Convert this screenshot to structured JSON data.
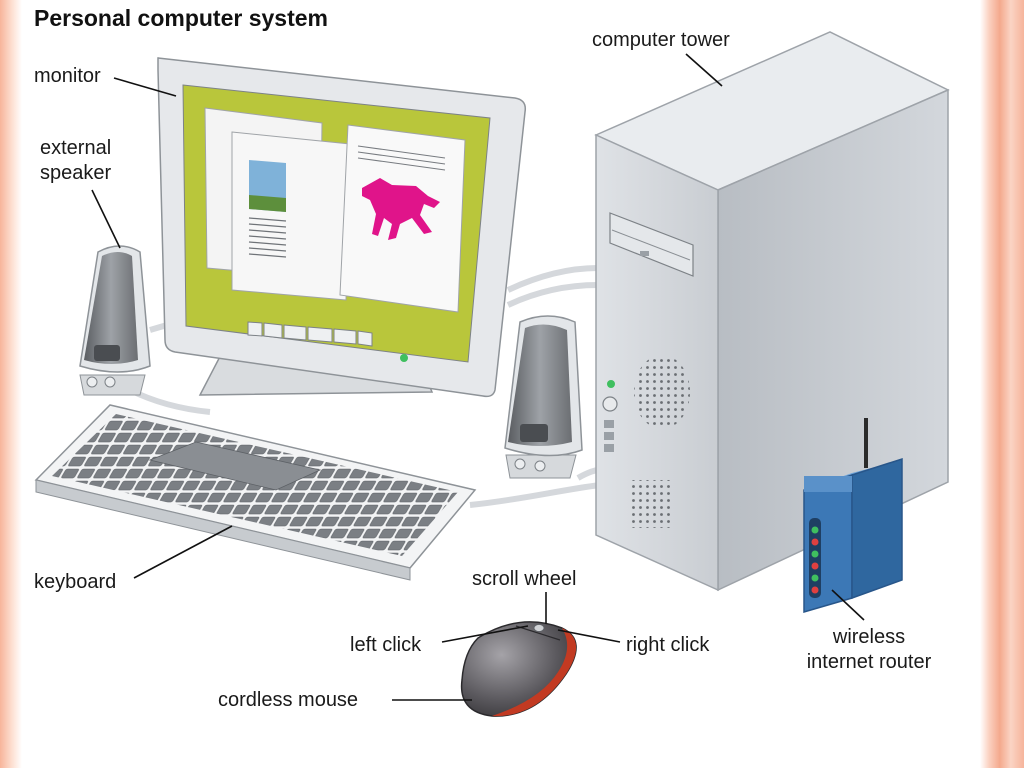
{
  "title": "Personal computer system",
  "labels": {
    "monitor": "monitor",
    "external_speaker_line1": "external",
    "external_speaker_line2": "speaker",
    "computer_tower": "computer tower",
    "keyboard": "keyboard",
    "scroll_wheel": "scroll wheel",
    "left_click": "left click",
    "right_click": "right click",
    "cordless_mouse": "cordless mouse",
    "router_line1": "wireless",
    "router_line2": "internet router"
  },
  "colors": {
    "screen_green": "#b9c63b",
    "horse_magenta": "#e0148a",
    "router_blue": "#3c78b6",
    "tower_gray": "#c9cdd2",
    "mouse_red": "#c23a22",
    "led_green": "#3fbf5f",
    "led_red": "#e04040"
  }
}
